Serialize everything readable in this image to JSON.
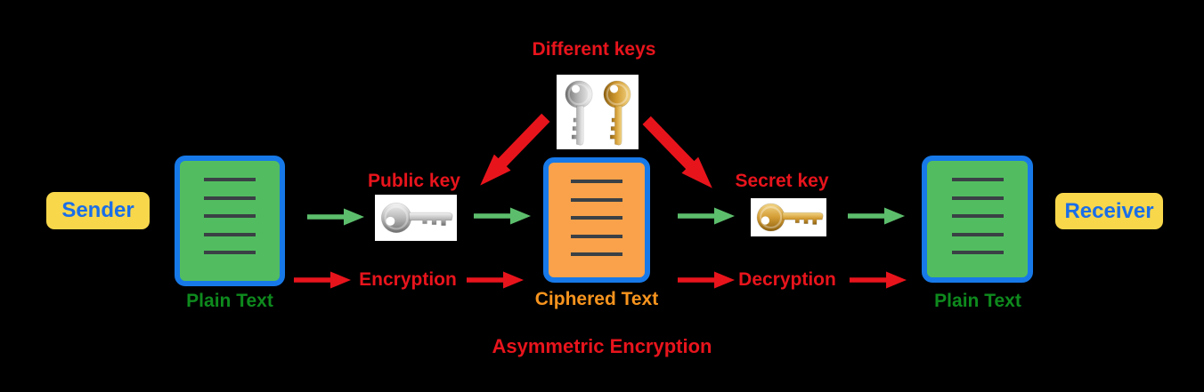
{
  "diagram": {
    "caption_top": "Different keys",
    "caption_bottom": "Asymmetric Encryption",
    "sender": "Sender",
    "receiver": "Receiver",
    "plain_text_left": "Plain Text",
    "ciphered_text": "Ciphered Text",
    "plain_text_right": "Plain Text",
    "public_key": "Public key",
    "secret_key": "Secret key",
    "encryption": "Encryption",
    "decryption": "Decryption"
  },
  "icons": {
    "public_key": "silver-key-icon",
    "secret_key": "gold-key-icon",
    "different_keys": "silver-and-gold-key-pair-icon",
    "documents": "lined-document-icon"
  },
  "colors": {
    "bg": "#000000",
    "red": "#e8141c",
    "green-arrow": "#5cbe6c",
    "badge-yellow": "#f8d74b",
    "badge-blue-text": "#1a6ee8",
    "doc-border-blue": "#1779e8",
    "doc-green": "#52bd60",
    "doc-orange": "#f9a24b",
    "doc-line": "#3a4045",
    "plain-label-green": "#0e8a1d",
    "ciphered-label-orange": "#f7941e",
    "key-tile-white": "#ffffff",
    "key-silver-light": "#f4f4f4",
    "key-silver-mid": "#b9b9b9",
    "key-silver-dark": "#6f6f6f",
    "key-gold-light": "#f3d687",
    "key-gold-mid": "#d39c34",
    "key-gold-dark": "#8f6210"
  }
}
